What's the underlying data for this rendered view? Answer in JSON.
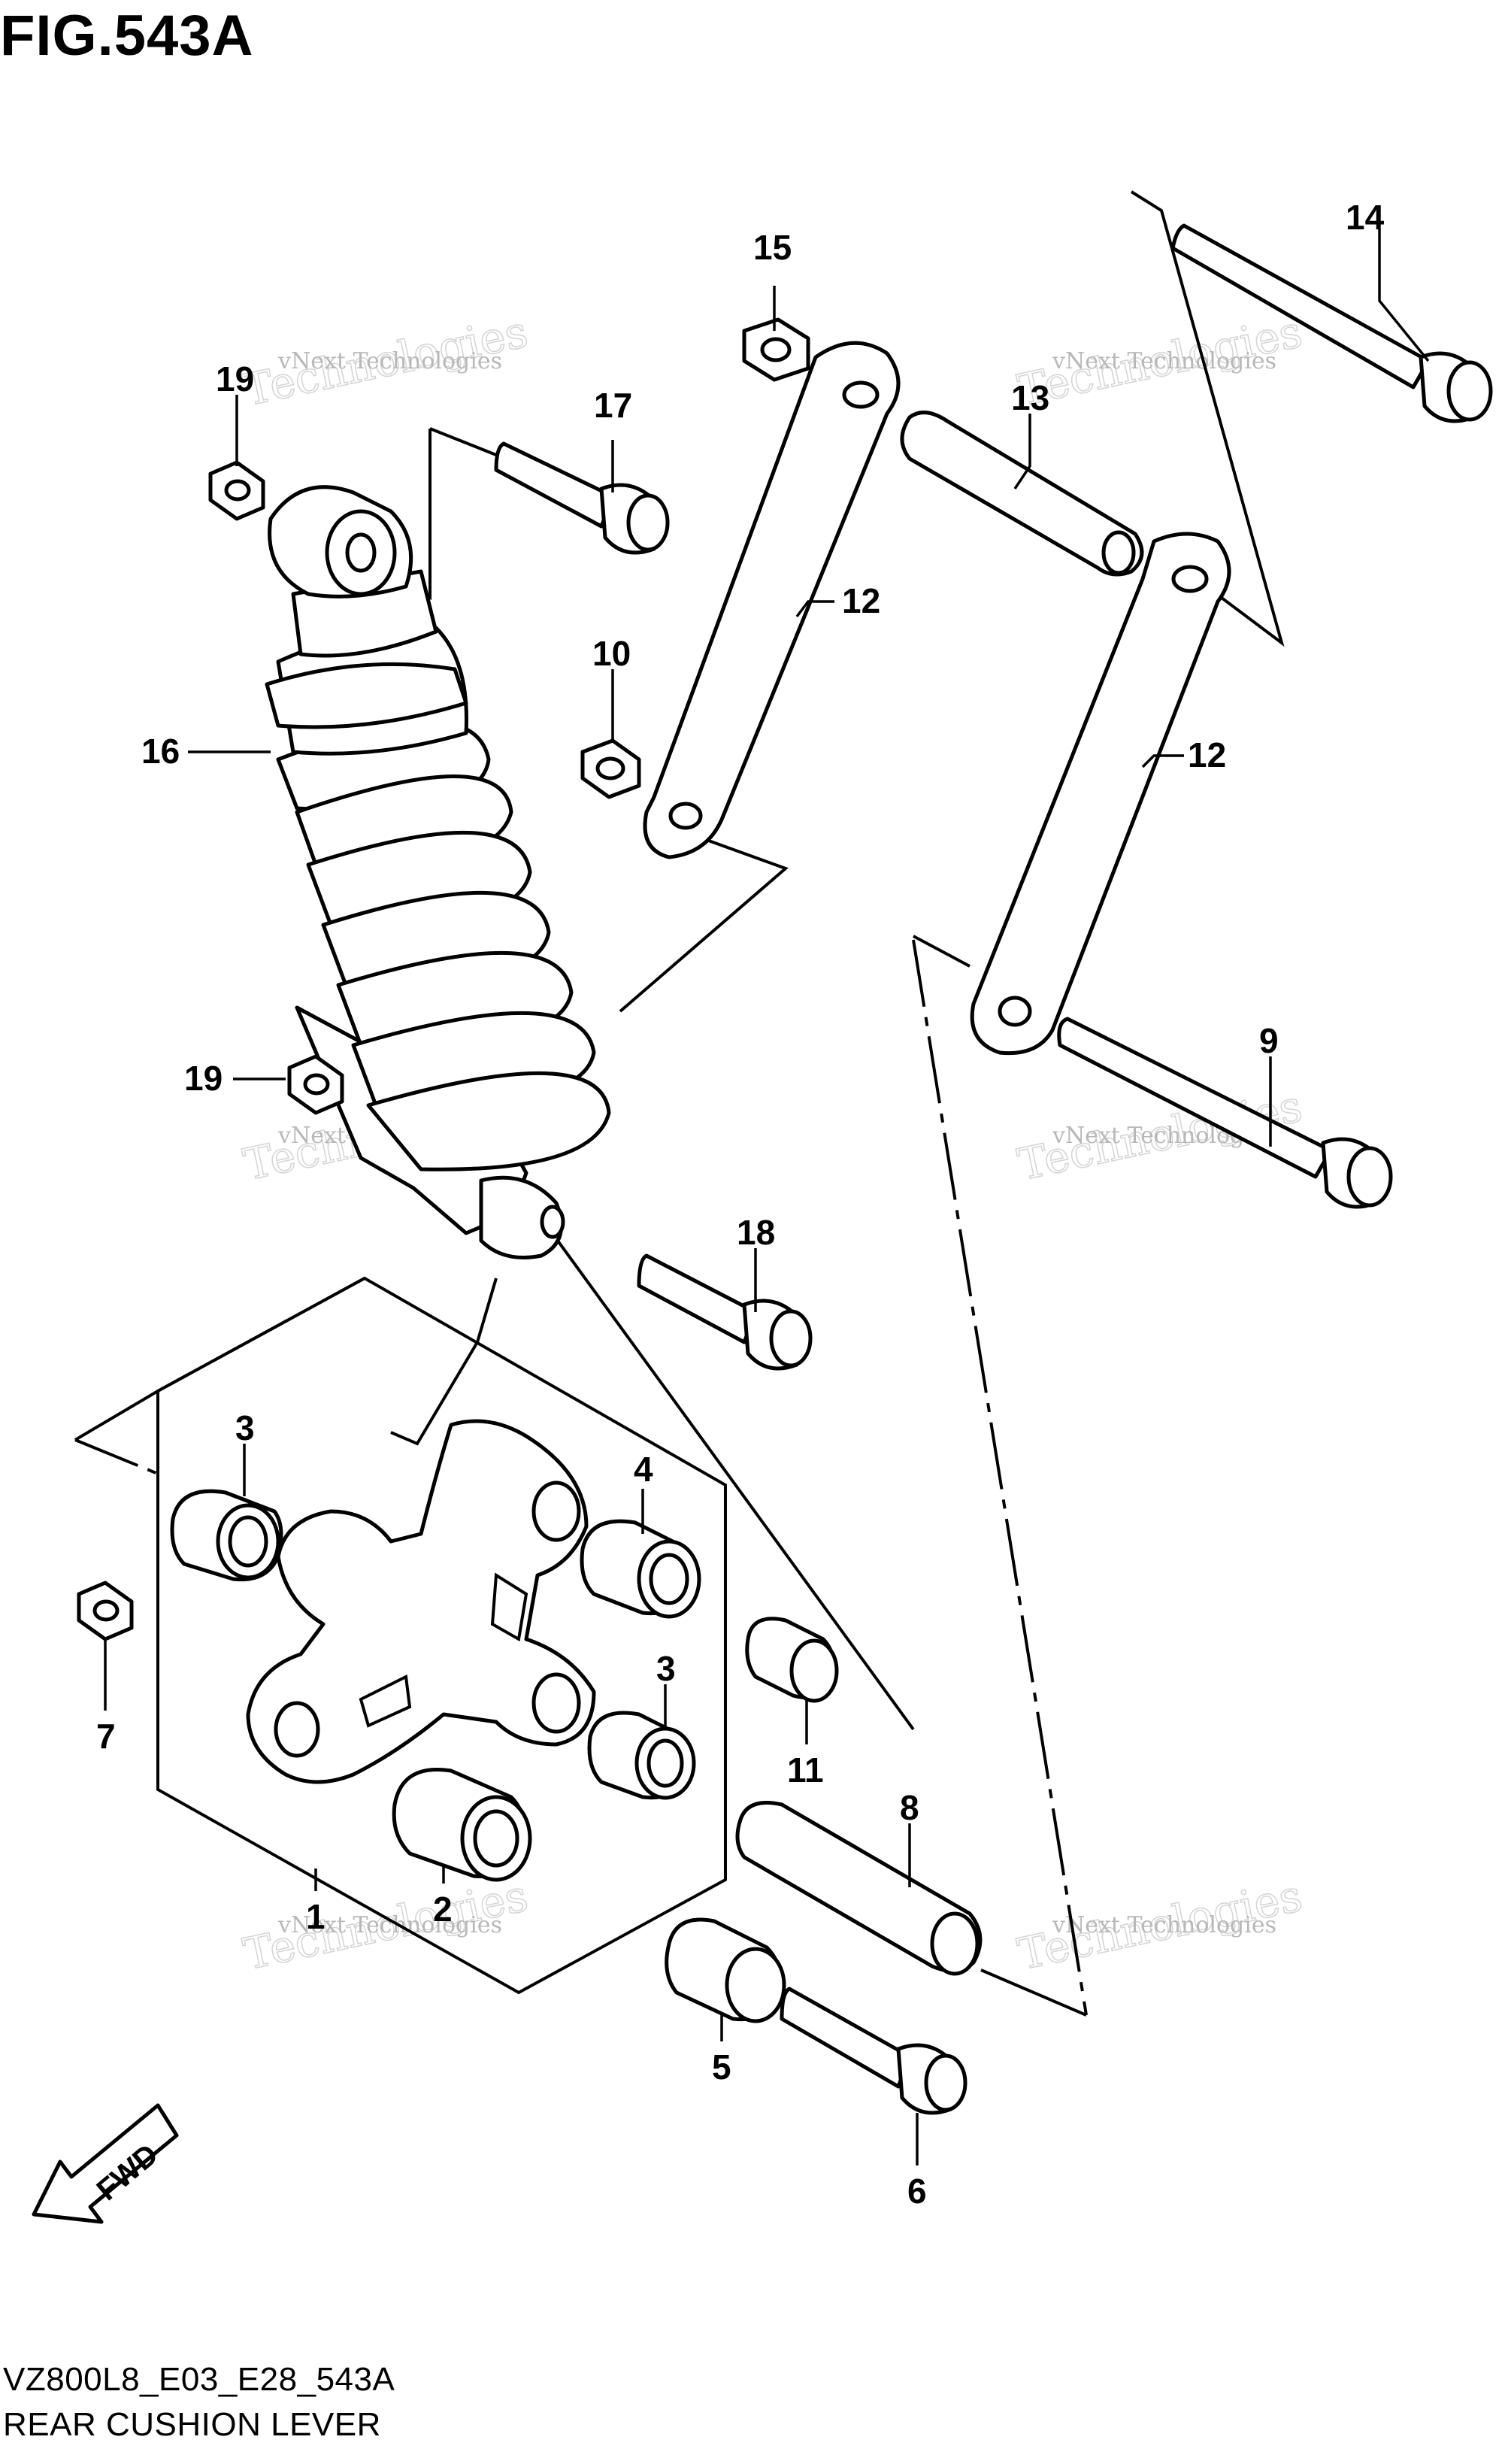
{
  "figure": {
    "title": "FIG.543A",
    "code": "VZ800L8_E03_E28_543A",
    "name": "REAR CUSHION LEVER"
  },
  "watermark": {
    "line1": "vNext Technologies",
    "line2": "Technologies",
    "small": "vNext"
  },
  "fwd_label": "FWD",
  "callouts": [
    "1",
    "2",
    "3",
    "3",
    "4",
    "5",
    "6",
    "7",
    "8",
    "9",
    "10",
    "11",
    "12",
    "12",
    "13",
    "14",
    "15",
    "16",
    "17",
    "18",
    "19",
    "19"
  ],
  "colors": {
    "ink": "#000000",
    "watermark": "#bdbdbd",
    "background": "#ffffff"
  }
}
